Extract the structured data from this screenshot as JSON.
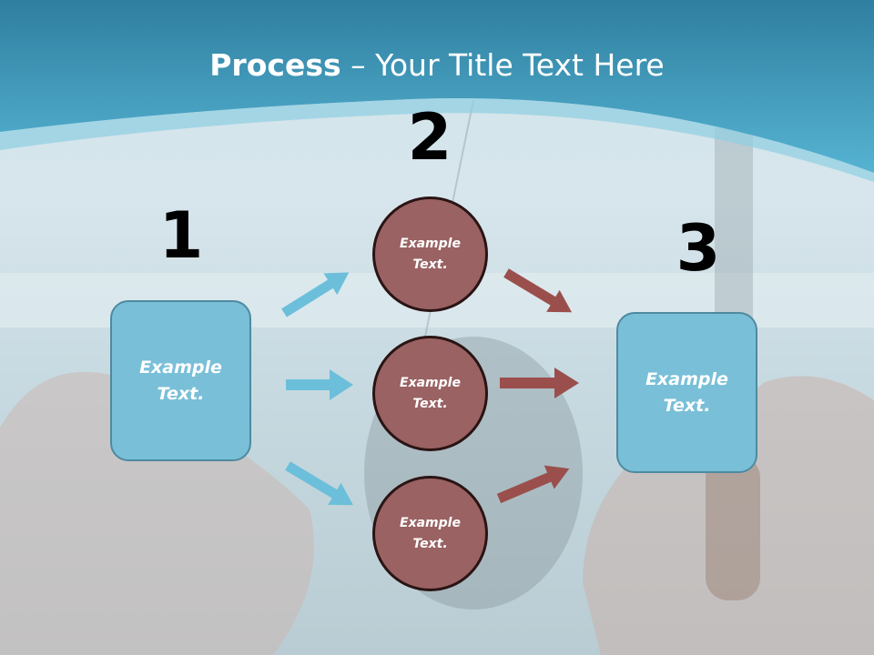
{
  "title": {
    "bold": "Process",
    "rest": " – Your Title Text Here"
  },
  "steps": {
    "one": "1",
    "two": "2",
    "three": "3"
  },
  "box_left": {
    "text": "Example Text."
  },
  "box_right": {
    "text": "Example Text."
  },
  "circles": [
    {
      "text": "Example Text."
    },
    {
      "text": "Example Text."
    },
    {
      "text": "Example Text."
    }
  ],
  "colors": {
    "header": "#4fa9c8",
    "box": "#79bfd8",
    "circle": "#9a6263",
    "arrow_blue": "#6cbfda",
    "arrow_red": "#9a4f4d"
  }
}
